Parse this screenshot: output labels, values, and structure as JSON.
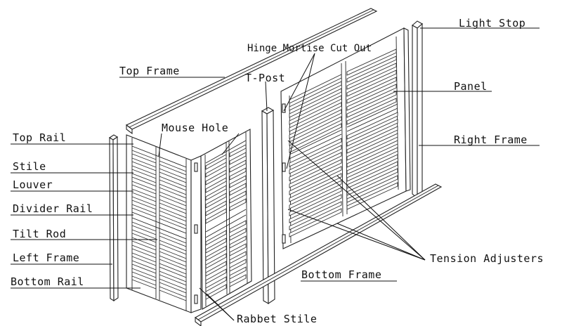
{
  "labels": {
    "light_stop": "Light Stop",
    "hinge_mortise": "Hinge Mortise Cut Out",
    "top_frame": "Top Frame",
    "t_post": "T-Post",
    "panel": "Panel",
    "mouse_hole": "Mouse Hole",
    "top_rail": "Top Rail",
    "right_frame": "Right Frame",
    "stile": "Stile",
    "louver": "Louver",
    "divider_rail": "Divider Rail",
    "tilt_rod": "Tilt Rod",
    "left_frame": "Left Frame",
    "tension_adjusters": "Tension Adjusters",
    "bottom_rail": "Bottom Rail",
    "bottom_frame": "Bottom Frame",
    "rabbet_stile": "Rabbet Stile"
  }
}
